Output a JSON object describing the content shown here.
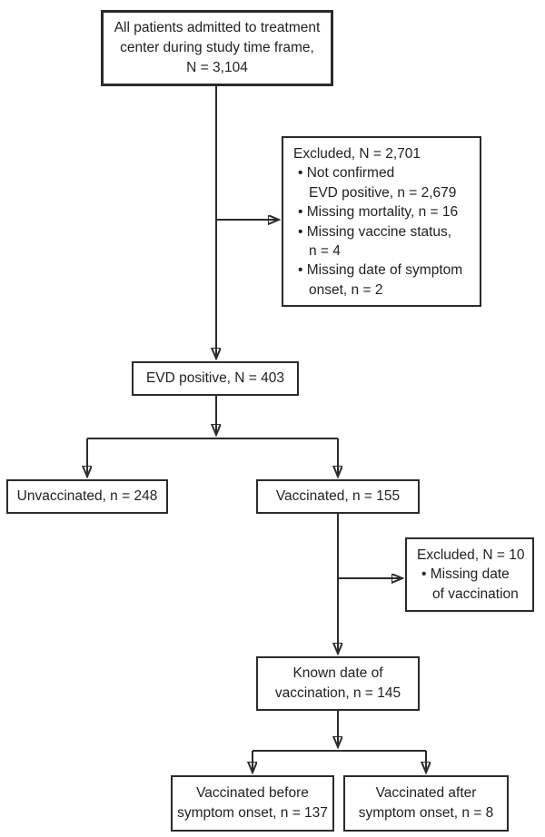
{
  "colors": {
    "ink": "#2d2a2b",
    "background": "#ffffff"
  },
  "boxes": {
    "admitted": {
      "lines": [
        "All patients admitted to treatment",
        "center during study time frame,",
        "N = 3,104"
      ]
    },
    "excluded_initial": {
      "header": "Excluded, N = 2,701",
      "bullets": [
        "• Not confirmed\nEVD positive, n = 2,679",
        "• Missing mortality, n = 16",
        "• Missing vaccine status,\nn = 4",
        "• Missing date of symptom\nonset, n = 2"
      ]
    },
    "evd_positive": {
      "text": "EVD positive, N = 403"
    },
    "unvaccinated": {
      "text": "Unvaccinated, n = 248"
    },
    "vaccinated": {
      "text": "Vaccinated, n = 155"
    },
    "excluded_vaccinated": {
      "header": "Excluded, N = 10",
      "bullets": [
        "• Missing date\nof vaccination"
      ]
    },
    "known_date": {
      "lines": [
        "Known date of",
        "vaccination, n = 145"
      ]
    },
    "before_onset": {
      "lines": [
        "Vaccinated before",
        "symptom onset, n = 137"
      ]
    },
    "after_onset": {
      "lines": [
        "Vaccinated after",
        "symptom onset, n = 8"
      ]
    }
  }
}
